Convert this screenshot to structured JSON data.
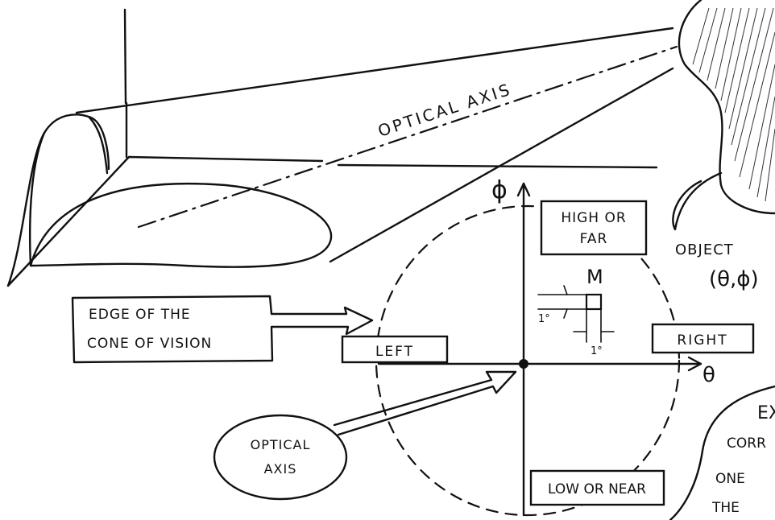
{
  "labels": {
    "optical_axis_top": "OPTICAL AXIS",
    "phi": "ϕ",
    "theta": "θ",
    "high_or_far_1": "HIGH OR",
    "high_or_far_2": "FAR",
    "low_or_near": "LOW OR NEAR",
    "left": "LEFT",
    "right": "RIGHT",
    "m": "M",
    "one_deg_1": "1°",
    "one_deg_2": "1°",
    "object": "OBJECT",
    "object_coords": "(θ,ϕ)",
    "edge_1": "EDGE OF THE",
    "edge_2": "CONE OF VISION",
    "optical_axis_bubble_1": "OPTICAL",
    "optical_axis_bubble_2": "AXIS",
    "cut_text_1": "EX",
    "cut_text_2": "CORR",
    "cut_text_3": "ONE",
    "cut_text_4": "THE"
  }
}
